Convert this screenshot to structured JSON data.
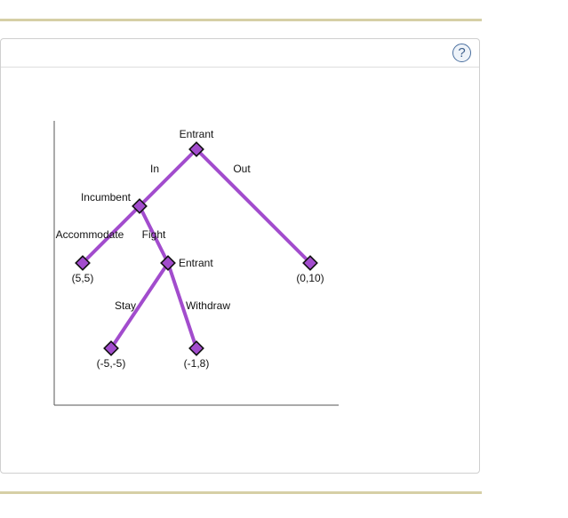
{
  "help": {
    "label": "?"
  },
  "tree": {
    "players": {
      "root": "Entrant",
      "incumbent": "Incumbent",
      "entrant2": "Entrant"
    },
    "actions": {
      "in": "In",
      "out": "Out",
      "accommodate": "Accommodate",
      "fight": "Fight",
      "stay": "Stay",
      "withdraw": "Withdraw"
    },
    "payoffs": {
      "accommodate": "(5,5)",
      "out": "(0,10)",
      "stay": "(-5,-5)",
      "withdraw": "(-1,8)"
    }
  },
  "colors": {
    "branch": "#a24ccd",
    "rule": "#d6cfa6"
  }
}
